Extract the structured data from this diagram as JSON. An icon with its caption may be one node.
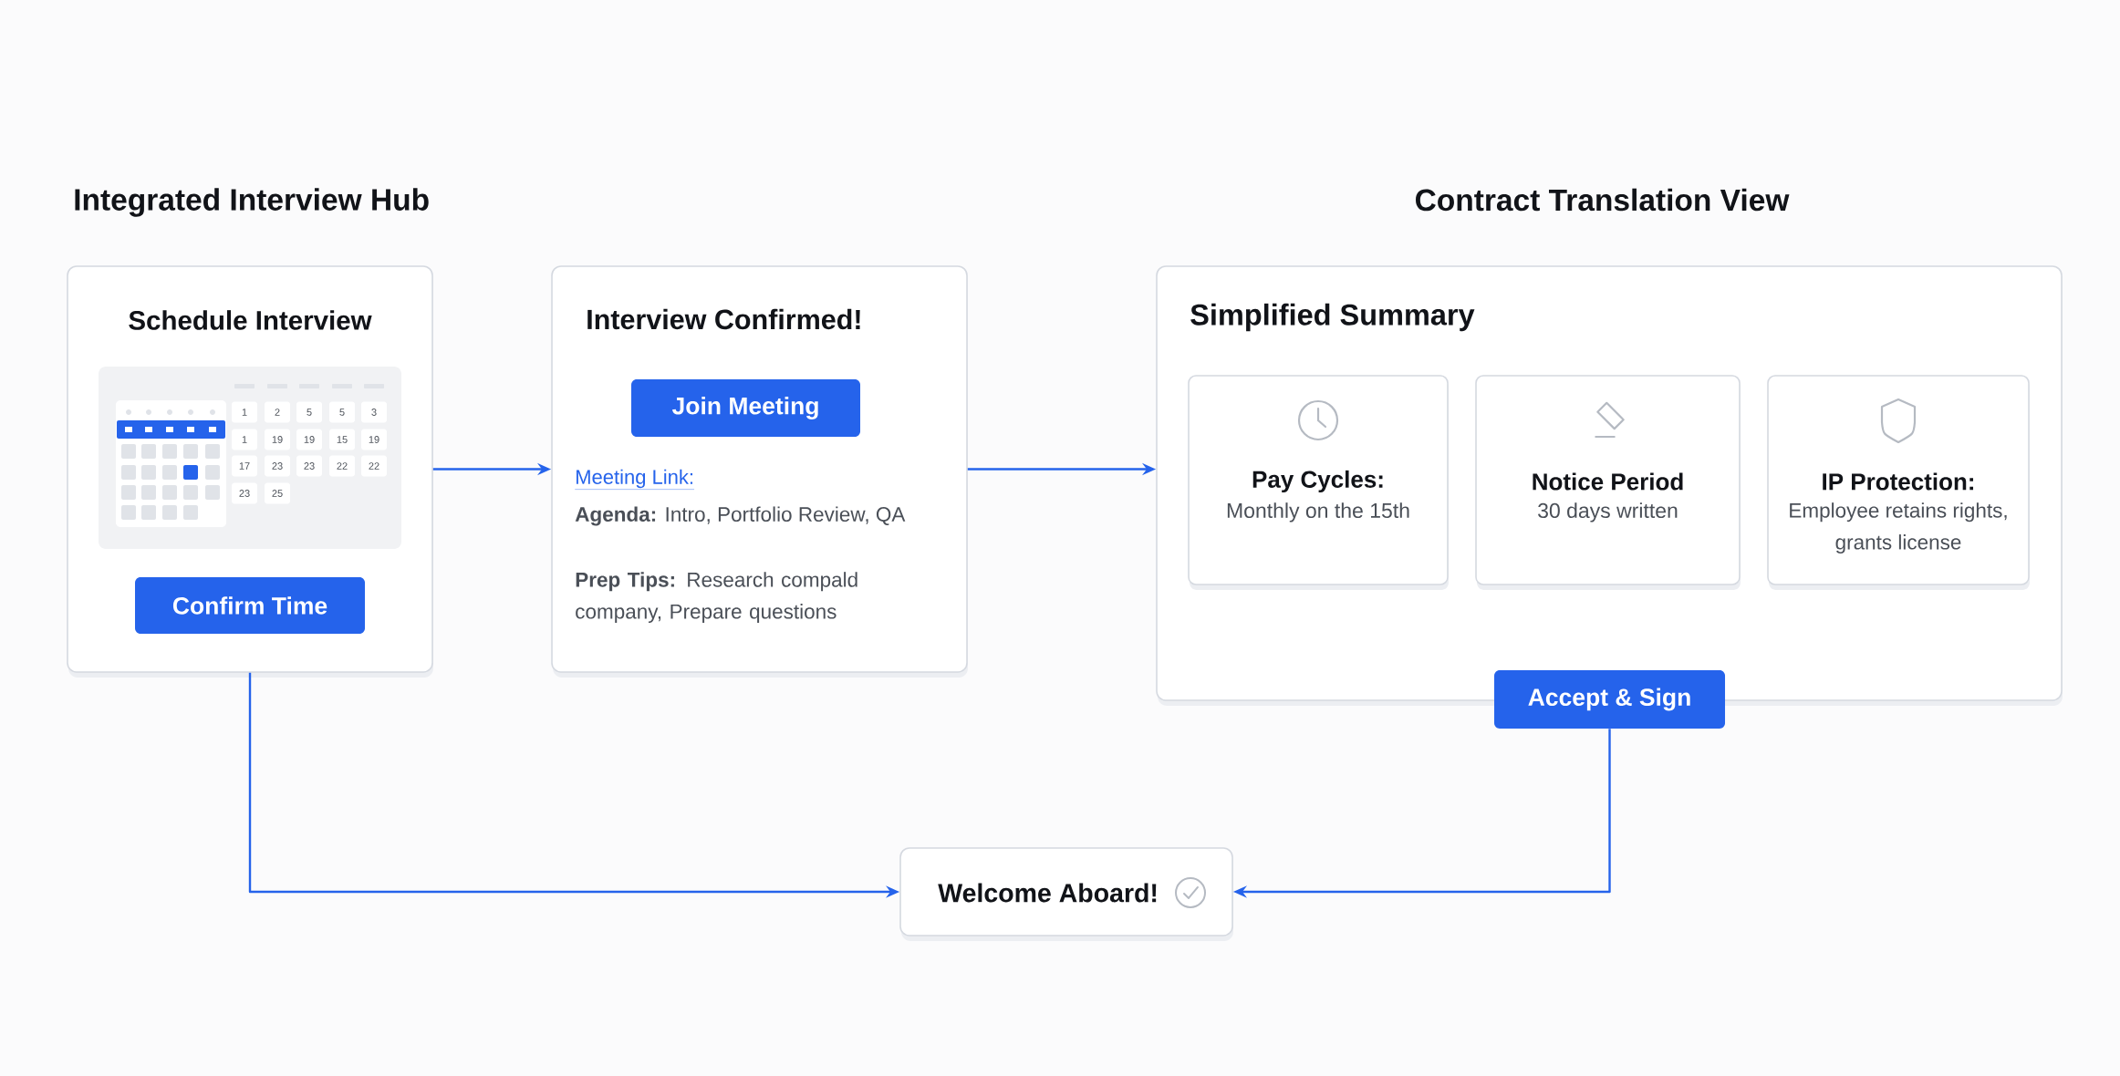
{
  "diagram": {
    "nodes": [
      {
        "text": [
          "Schedule Interview"
        ]
      },
      {
        "text": [
          "Confirm Time"
        ],
        "in": 0
      },
      {
        "text": [
          "Interview Confirmed!",
          "Meeting Link:",
          "**Agenda:** Intro, Portfolio Review, QA",
          "**Prep Tips:** Research compald company, Prepare questions"
        ]
      },
      {
        "text": [
          "Join Meeting"
        ],
        "in": 2
      },
      {
        "text": [
          "Simplified Summary"
        ]
      },
      {
        "text": [
          "Pay Cycles:",
          "Monthly on the 15th"
        ],
        "in": 4
      },
      {
        "text": [
          "Notice Period",
          "30 days written"
        ],
        "in": 4
      },
      {
        "text": [
          "IP Protection:",
          "Employee retains rights, grants license"
        ],
        "in": 4
      },
      {
        "text": [
          "Accept & Sign"
        ]
      },
      {
        "text": [
          "Welcome Aboard!"
        ]
      }
    ],
    "edges": [
      {
        "from": 0,
        "to": 2,
        "arrow": "to"
      },
      {
        "from": 2,
        "to": 4,
        "arrow": "to"
      },
      {
        "from": 0,
        "to": 9,
        "arrow": "to"
      },
      {
        "from": 8,
        "to": 9,
        "arrow": "to"
      }
    ],
    "labels": [
      "Integrated Interview Hub",
      "Contract Translation View",
      "1",
      "2",
      "5",
      "5",
      "3",
      "1",
      "19",
      "19",
      "15",
      "19",
      "17",
      "23",
      "23",
      "22",
      "22",
      "23",
      "25"
    ]
  }
}
